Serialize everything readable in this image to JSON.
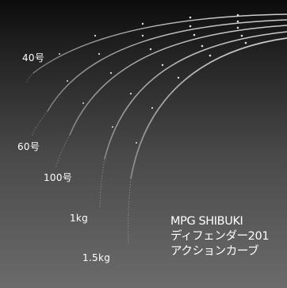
{
  "load_labels": {
    "l40": "40号",
    "l60": "60号",
    "l100": "100号",
    "l1kg": "1kg",
    "l15kg": "1.5kg"
  },
  "caption": {
    "line1": "MPG SHIBUKI",
    "line2": "ディフェンダー201",
    "line3": "アクションカーブ"
  },
  "colors": {
    "background_top": "#0c0c0c",
    "background_bottom": "#6b6b6b",
    "rod": "#c4c4c4",
    "text": "#ffffff"
  }
}
